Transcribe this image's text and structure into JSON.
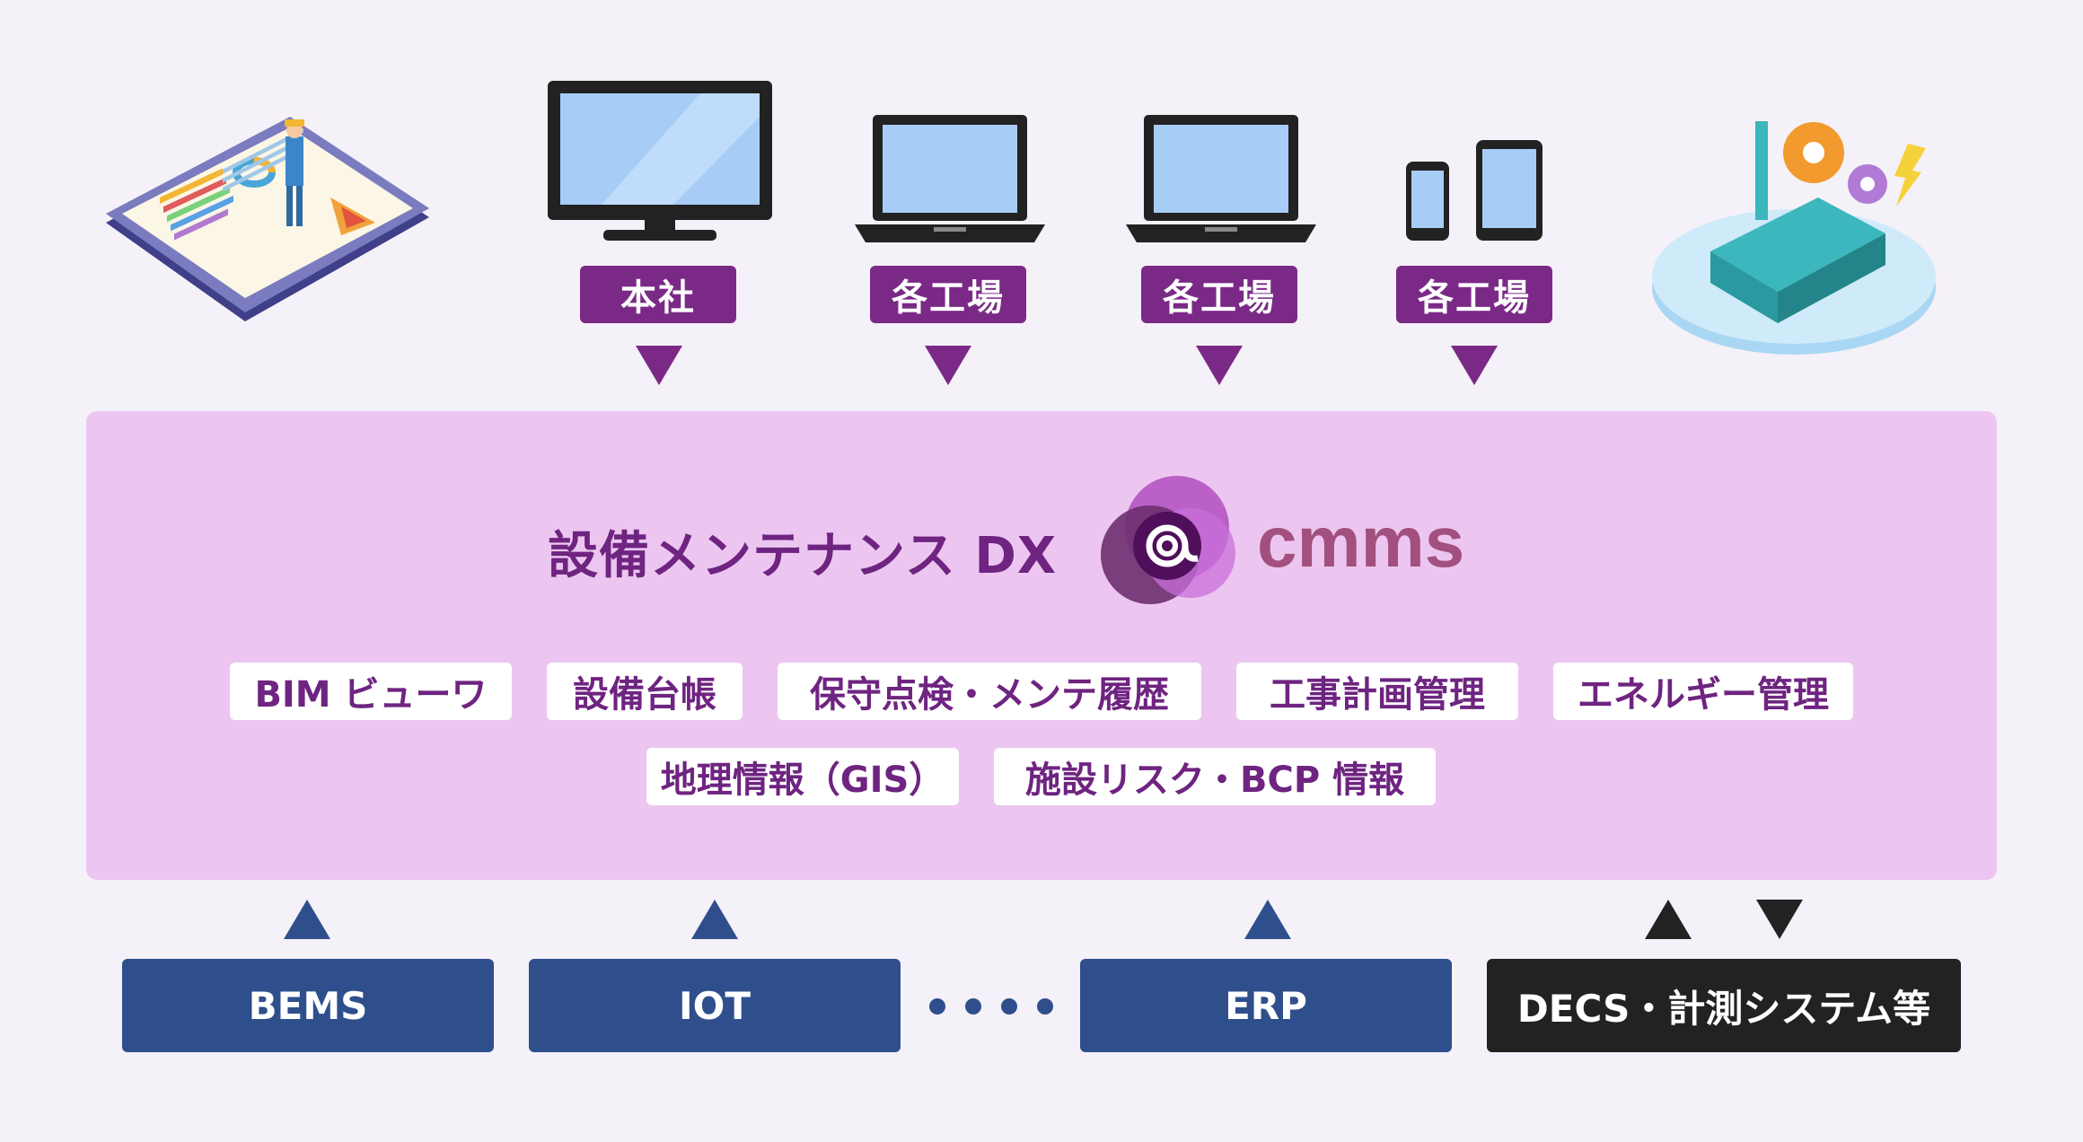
{
  "devices": [
    {
      "label": "本社"
    },
    {
      "label": "各工場"
    },
    {
      "label": "各工場"
    },
    {
      "label": "各工場"
    }
  ],
  "platform": {
    "title": "設備メンテナンス DX",
    "logo_text": "cmms",
    "features_row1": [
      "BIM ビューワ",
      "設備台帳",
      "保守点検・メンテ履歴",
      "工事計画管理",
      "エネルギー管理"
    ],
    "features_row2": [
      "地理情報（GIS）",
      "施設リスク・BCP 情報"
    ]
  },
  "systems": [
    {
      "label": "BEMS"
    },
    {
      "label": "IOT"
    },
    {
      "label": "ERP"
    },
    {
      "label": "DECS・計測システム等"
    }
  ],
  "colors": {
    "background": "#f5f1f8",
    "platform": "#ecc6f0",
    "label_purple": "#7a2a86",
    "system_blue": "#2f4f8c",
    "system_dark": "#222222",
    "logo_text": "#a2507f"
  }
}
